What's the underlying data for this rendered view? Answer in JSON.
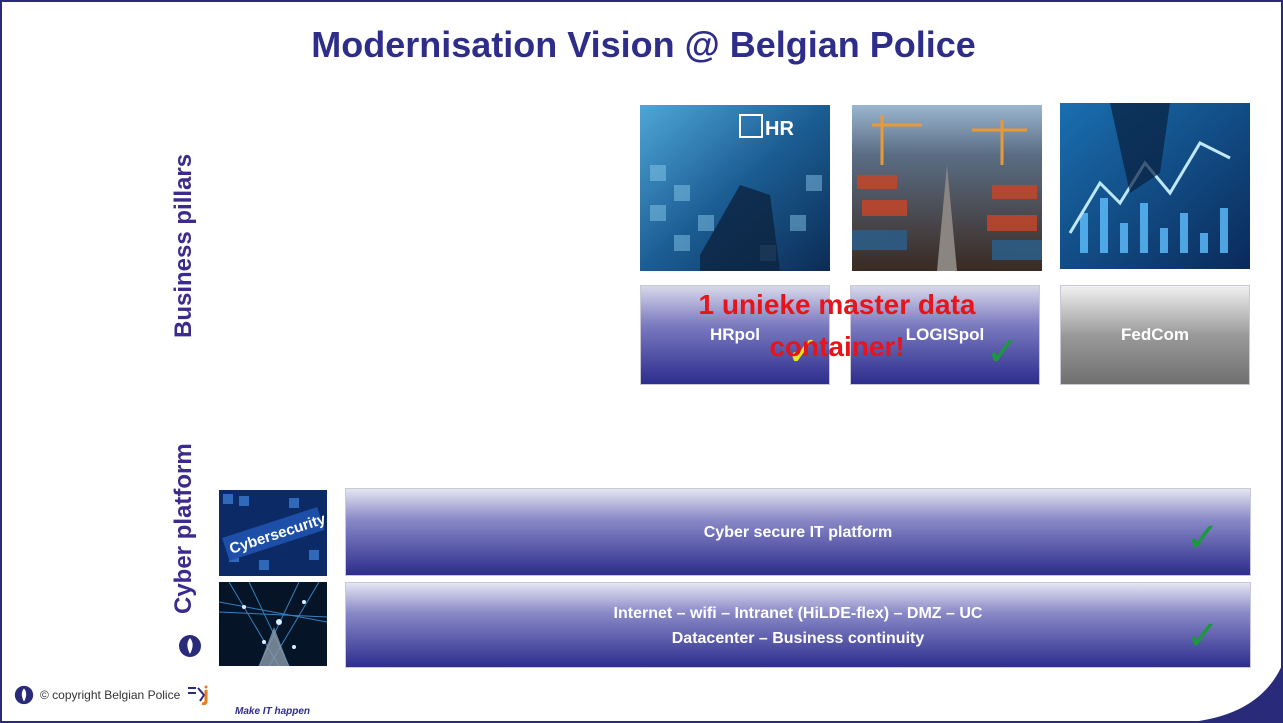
{
  "title": "Modernisation Vision @ Belgian Police",
  "labels": {
    "business_pillars": "Business  pillars",
    "cyber_platform": "Cyber  platform"
  },
  "pillars": [
    {
      "label": "HRpol",
      "check_color": "#e8e820",
      "checked": true
    },
    {
      "label": "LOGISpol",
      "check_color": "#1a9a3a",
      "checked": true
    },
    {
      "label": "FedCom",
      "checked": false
    }
  ],
  "images": {
    "hr_overlay_text": "HR",
    "cyber_thumb_text": "Cybersecurity"
  },
  "master_data": {
    "line1": "1 unieke master data",
    "line2": "container!"
  },
  "platform_bars": {
    "cyber": "Cyber secure IT platform",
    "infra_line1": "Internet – wifi – Intranet (HiLDE-flex) – DMZ – UC",
    "infra_line2": "Datacenter – Business  continuity"
  },
  "footer": {
    "copyright": "© copyright Belgian Police",
    "tagline": "Make IT happen"
  },
  "colors": {
    "title": "#2e2e8a",
    "accent_red": "#e8141c",
    "check_green": "#1a9a3a",
    "check_yellow": "#e8e820"
  }
}
